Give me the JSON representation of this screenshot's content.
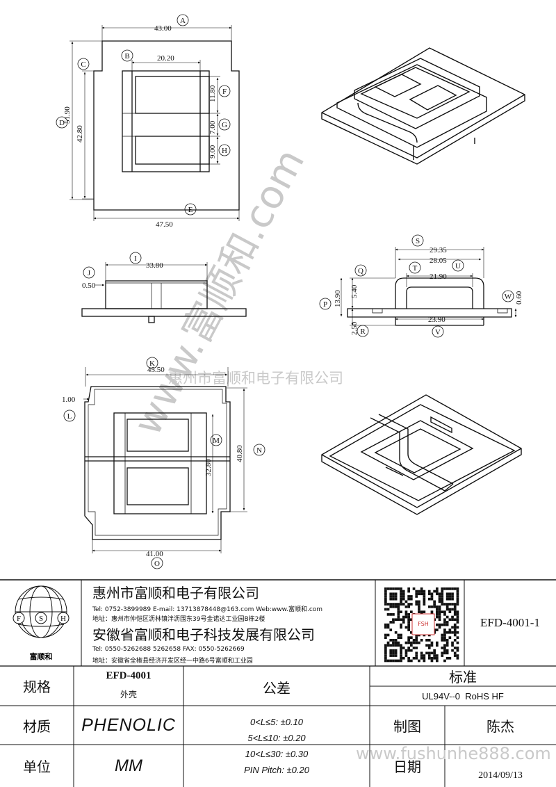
{
  "watermark": {
    "site_url": "www.富顺和.com",
    "company_text": "惠州市富顺和电子有限公司",
    "footer_url": "www.fushunhe888.com"
  },
  "view_top": {
    "dims": {
      "a": "43.00",
      "b": "20.20",
      "c": "42.80",
      "d": "51.90",
      "e": "47.50",
      "f": "11.80",
      "g": "7.00",
      "h": "9.00"
    },
    "labels": {
      "a": "A",
      "b": "B",
      "c": "C",
      "d": "D",
      "e": "E",
      "f": "F",
      "g": "G",
      "h": "H"
    }
  },
  "view_front": {
    "dims": {
      "i": "33.80",
      "j": "0.50"
    },
    "labels": {
      "i": "I",
      "j": "J"
    }
  },
  "view_side": {
    "dims": {
      "s": "29.35",
      "u": "28.05",
      "t": "21.90",
      "q": "5.40",
      "p": "13.90",
      "r": "2.50",
      "v": "23.90",
      "w": "0.60"
    },
    "labels": {
      "s": "S",
      "u": "U",
      "t": "T",
      "q": "Q",
      "p": "P",
      "r": "R",
      "v": "V",
      "w": "W"
    }
  },
  "view_bottom": {
    "dims": {
      "k": "45.50",
      "l": "1.00",
      "m": "32.80",
      "n": "40.80",
      "o": "41.00"
    },
    "labels": {
      "k": "K",
      "l": "L",
      "m": "M",
      "n": "N",
      "o": "O"
    }
  },
  "title_block": {
    "logo": {
      "f": "F",
      "s": "S",
      "h": "H",
      "name": "富顺和"
    },
    "company1": {
      "name": "惠州市富顺和电子有限公司",
      "contact": "Tel:   0752-3899989   E-mail: 13713878448@163.com   Web:www.富顺和.com",
      "address": "地址：惠州市仲恺区沥林镇泮沥围东39号金诺达工业园B栋2楼"
    },
    "company2": {
      "name": "安徽省富顺和电子科技发展有限公司",
      "contact": "Tel:   0550-5262688   5262658      FAX:  0550-5262669",
      "address": "地址：安徽省全椒县经济开发区经一中路6号富顺和工业园"
    },
    "qr_text": "FSH",
    "part_no": "EFD-4001-1",
    "spec_label": "规格",
    "spec_value": "EFD-4001",
    "spec_desc": "外壳",
    "material_label": "材质",
    "material_value": "PHENOLIC",
    "unit_label": "单位",
    "unit_value": "MM",
    "tolerance_label": "公差",
    "tolerances": [
      "0<L≤5: ±0.10",
      "5<L≤10: ±0.20",
      "10<L≤30: ±0.30",
      "PIN Pitch: ±0.20"
    ],
    "standard_label": "标准",
    "standard_value": "UL94V--0  RoHS HF",
    "drawn_label": "制图",
    "drawn_value": "陈杰",
    "date_label": "日期",
    "date_value": "2014/09/13"
  }
}
